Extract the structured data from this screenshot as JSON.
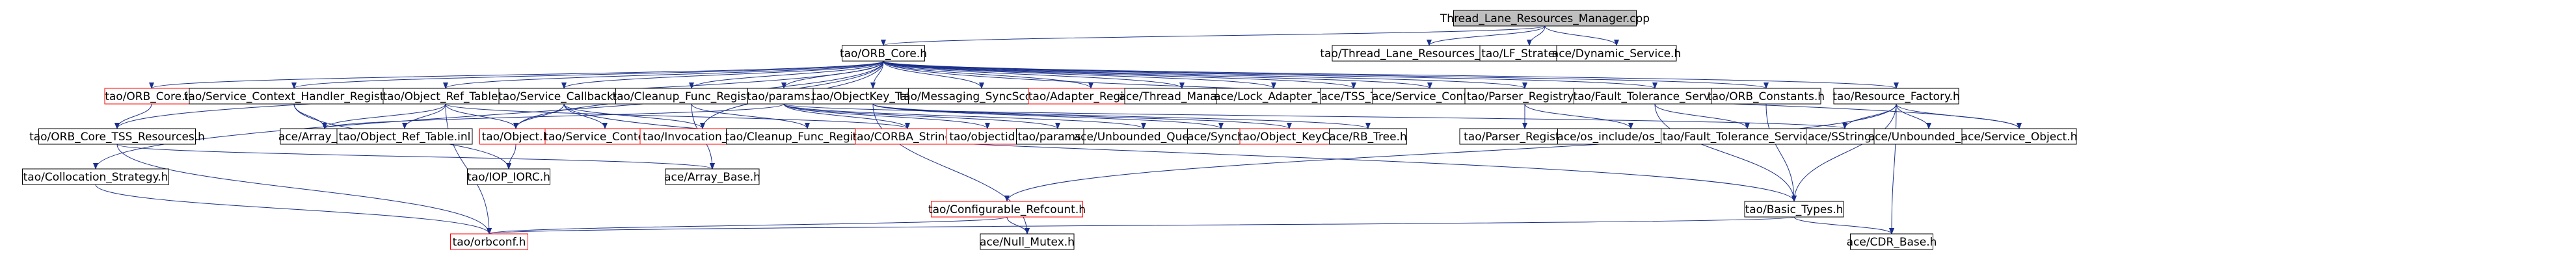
{
  "colors": {
    "edge": "#1a2f8a",
    "root_fill": "#bfbfbf",
    "normal_border": "#000000",
    "missing_border": "#ff0000",
    "box_fill": "#ffffff"
  },
  "nodes": [
    {
      "id": "root",
      "label": "Thread_Lane_Resources_Manager.cpp",
      "kind": "root"
    },
    {
      "id": "orb_core_h",
      "label": "tao/ORB_Core.h",
      "kind": "normal"
    },
    {
      "id": "tlrm_h",
      "label": "tao/Thread_Lane_Resources_Manager.h",
      "kind": "normal"
    },
    {
      "id": "lf_strategy_h",
      "label": "tao/LF_Strategy.h",
      "kind": "normal"
    },
    {
      "id": "dynamic_service_h",
      "label": "ace/Dynamic_Service.h",
      "kind": "normal"
    },
    {
      "id": "orb_core_inl",
      "label": "tao/ORB_Core.inl",
      "kind": "missing"
    },
    {
      "id": "scs_registry_h",
      "label": "tao/Service_Context_Handler_Registry.h",
      "kind": "normal"
    },
    {
      "id": "object_ref_table_h",
      "label": "tao/Object_Ref_Table.h",
      "kind": "normal"
    },
    {
      "id": "service_callbacks_h",
      "label": "tao/Service_Callbacks.h",
      "kind": "normal"
    },
    {
      "id": "cleanup_func_registry_h",
      "label": "tao/Cleanup_Func_Registry.h",
      "kind": "normal"
    },
    {
      "id": "params_h",
      "label": "tao/params.h",
      "kind": "normal"
    },
    {
      "id": "objectkey_table_h",
      "label": "tao/ObjectKey_Table.h",
      "kind": "normal"
    },
    {
      "id": "messaging_syncscopec_h",
      "label": "tao/Messaging_SyncScopeC.h",
      "kind": "normal"
    },
    {
      "id": "adapter_registry_h",
      "label": "tao/Adapter_Registry.h",
      "kind": "missing"
    },
    {
      "id": "thread_manager_h",
      "label": "ace/Thread_Manager.h",
      "kind": "normal"
    },
    {
      "id": "lock_adapter_t_h",
      "label": "ace/Lock_Adapter_T.h",
      "kind": "normal"
    },
    {
      "id": "tss_t_h",
      "label": "ace/TSS_T.h",
      "kind": "normal"
    },
    {
      "id": "service_config_h",
      "label": "ace/Service_Config.h",
      "kind": "normal"
    },
    {
      "id": "parser_registry_h",
      "label": "tao/Parser_Registry.h",
      "kind": "normal"
    },
    {
      "id": "fault_tolerance_service_h",
      "label": "tao/Fault_Tolerance_Service.h",
      "kind": "normal"
    },
    {
      "id": "orb_constants_h",
      "label": "tao/ORB_Constants.h",
      "kind": "normal"
    },
    {
      "id": "resource_factory_h",
      "label": "tao/Resource_Factory.h",
      "kind": "normal"
    },
    {
      "id": "orb_core_tss_resources_h",
      "label": "tao/ORB_Core_TSS_Resources.h",
      "kind": "normal"
    },
    {
      "id": "array_map_h",
      "label": "ace/Array_Map.h",
      "kind": "normal"
    },
    {
      "id": "object_ref_table_inl",
      "label": "tao/Object_Ref_Table.inl",
      "kind": "normal"
    },
    {
      "id": "object_h",
      "label": "tao/Object.h",
      "kind": "missing"
    },
    {
      "id": "service_context_h",
      "label": "tao/Service_Context.h",
      "kind": "missing"
    },
    {
      "id": "invocation_utils_h",
      "label": "tao/Invocation_Utils.h",
      "kind": "missing"
    },
    {
      "id": "cleanup_func_registry_inl",
      "label": "tao/Cleanup_Func_Registry.inl",
      "kind": "normal"
    },
    {
      "id": "corba_string_h",
      "label": "tao/CORBA_String.h",
      "kind": "missing"
    },
    {
      "id": "objectid_h",
      "label": "tao/objectid.h",
      "kind": "missing"
    },
    {
      "id": "params_inl",
      "label": "tao/params.inl",
      "kind": "normal"
    },
    {
      "id": "unbounded_queue_h",
      "label": "ace/Unbounded_Queue.h",
      "kind": "normal"
    },
    {
      "id": "synch_h",
      "label": "ace/Synch.h",
      "kind": "normal"
    },
    {
      "id": "object_keyc_h",
      "label": "tao/Object_KeyC.h",
      "kind": "missing"
    },
    {
      "id": "rb_tree_h",
      "label": "ace/RB_Tree.h",
      "kind": "normal"
    },
    {
      "id": "parser_registry_inl",
      "label": "tao/Parser_Registry.inl",
      "kind": "normal"
    },
    {
      "id": "os_stddef_h",
      "label": "ace/os_include/os_stddef.h",
      "kind": "normal"
    },
    {
      "id": "fault_tolerance_service_inl",
      "label": "tao/Fault_Tolerance_Service.inl",
      "kind": "normal"
    },
    {
      "id": "sstring_h",
      "label": "ace/SString.h",
      "kind": "normal"
    },
    {
      "id": "unbounded_set_h",
      "label": "ace/Unbounded_Set.h",
      "kind": "normal"
    },
    {
      "id": "service_object_h",
      "label": "ace/Service_Object.h",
      "kind": "normal"
    },
    {
      "id": "collocation_strategy_h",
      "label": "tao/Collocation_Strategy.h",
      "kind": "normal"
    },
    {
      "id": "iop_iorc_h",
      "label": "tao/IOP_IORC.h",
      "kind": "normal"
    },
    {
      "id": "array_base_h",
      "label": "ace/Array_Base.h",
      "kind": "normal"
    },
    {
      "id": "configurable_refcount_h",
      "label": "tao/Configurable_Refcount.h",
      "kind": "missing"
    },
    {
      "id": "basic_types_h",
      "label": "tao/Basic_Types.h",
      "kind": "normal"
    },
    {
      "id": "orbconf_h",
      "label": "tao/orbconf.h",
      "kind": "missing"
    },
    {
      "id": "null_mutex_h",
      "label": "ace/Null_Mutex.h",
      "kind": "normal"
    },
    {
      "id": "cdr_base_h",
      "label": "ace/CDR_Base.h",
      "kind": "normal"
    }
  ]
}
